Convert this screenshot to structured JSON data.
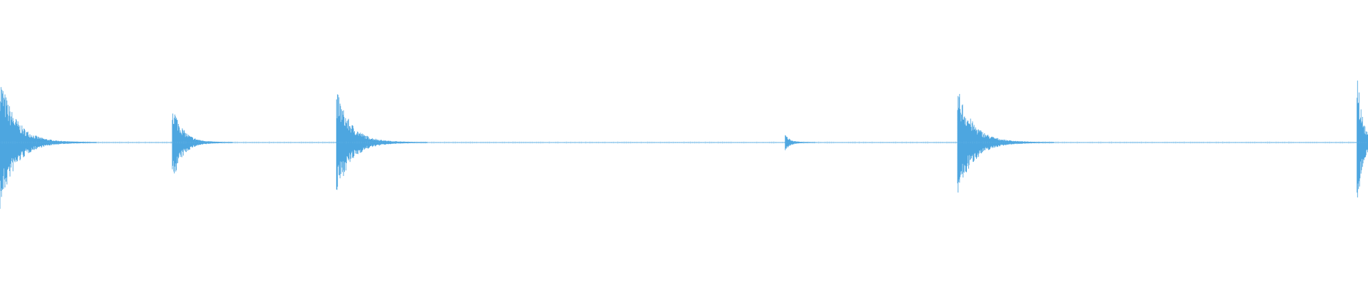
{
  "waveform": {
    "color": "#4da6e0",
    "baseline_color": "#6cb6e6",
    "background": "#ffffff",
    "transients": [
      {
        "position": 0.0,
        "amplitude": 0.82,
        "decay": 0.032
      },
      {
        "position": 0.126,
        "amplitude": 0.5,
        "decay": 0.02
      },
      {
        "position": 0.246,
        "amplitude": 0.64,
        "decay": 0.03
      },
      {
        "position": 0.574,
        "amplitude": 0.1,
        "decay": 0.01
      },
      {
        "position": 0.7,
        "amplitude": 0.66,
        "decay": 0.032
      },
      {
        "position": 0.992,
        "amplitude": 1.0,
        "decay": 0.01
      }
    ]
  }
}
